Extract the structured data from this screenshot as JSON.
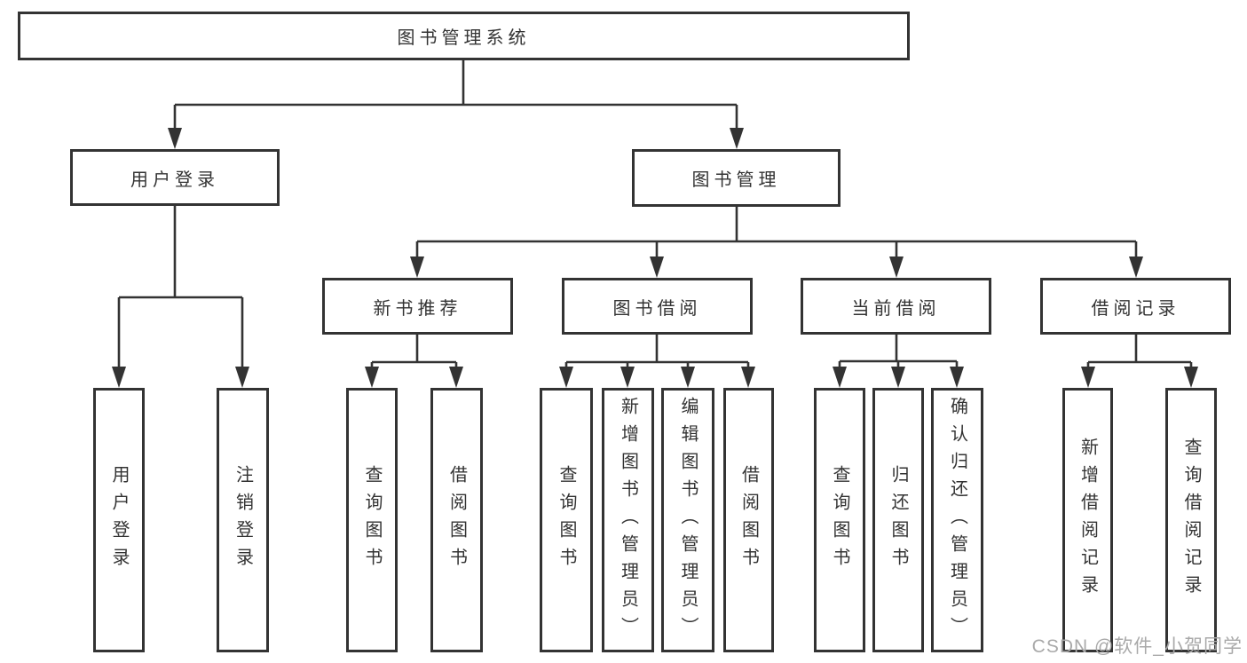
{
  "tree": {
    "label": "图书管理系统",
    "children": [
      {
        "label": "用户登录",
        "children": [
          {
            "label": "用户登录"
          },
          {
            "label": "注销登录"
          }
        ]
      },
      {
        "label": "图书管理",
        "children": [
          {
            "label": "新书推荐",
            "children": [
              {
                "label": "查询图书"
              },
              {
                "label": "借阅图书"
              }
            ]
          },
          {
            "label": "图书借阅",
            "children": [
              {
                "label": "查询图书"
              },
              {
                "label": "新增图书（管理员）"
              },
              {
                "label": "编辑图书（管理员）"
              },
              {
                "label": "借阅图书"
              }
            ]
          },
          {
            "label": "当前借阅",
            "children": [
              {
                "label": "查询图书"
              },
              {
                "label": "归还图书"
              },
              {
                "label": "确认归还（管理员）"
              }
            ]
          },
          {
            "label": "借阅记录",
            "children": [
              {
                "label": "新增借阅记录"
              },
              {
                "label": "查询借阅记录"
              }
            ]
          }
        ]
      }
    ]
  },
  "watermark": {
    "text": "CSDN @软件_小贺同学"
  },
  "colors": {
    "line": "#333333",
    "box_border": "#333333",
    "text": "#333333",
    "background": "#ffffff",
    "watermark": "#a9a9a9"
  }
}
